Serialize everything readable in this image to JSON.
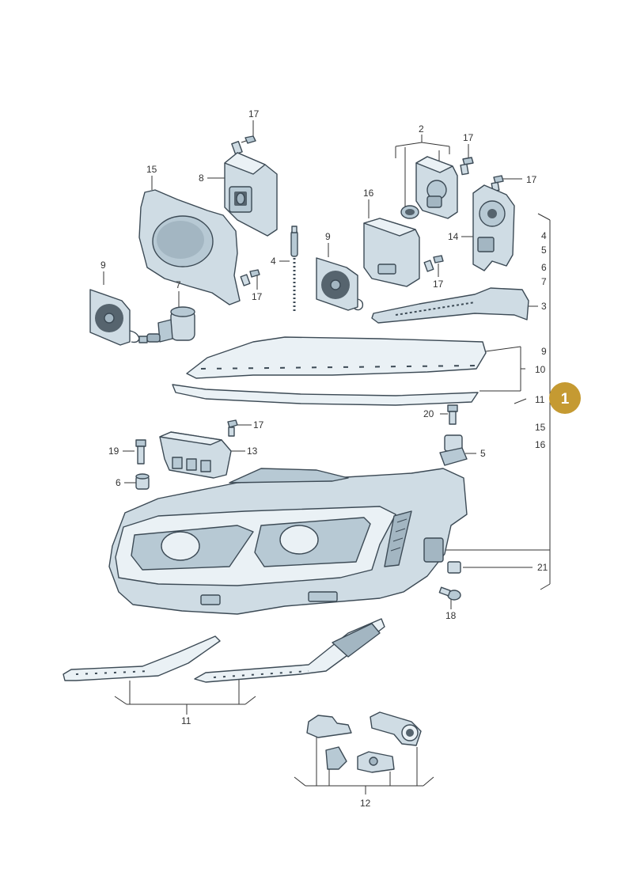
{
  "colors": {
    "part_fill": "#cfdce4",
    "outline": "#3c4a55",
    "callout_badge": "#c59a32"
  },
  "labels": {
    "l17a": "17",
    "l2": "2",
    "l17b": "17",
    "l17c": "17",
    "l15": "15",
    "l8": "8",
    "l16": "16",
    "l4": "4",
    "l9a": "9",
    "l17d": "17",
    "l17e": "17",
    "l14": "14",
    "l9b": "9",
    "l7": "7",
    "l3": "3",
    "r4": "4",
    "r5": "5",
    "r6": "6",
    "r7": "7",
    "r9": "9",
    "r10": "10",
    "r11": "11",
    "r15": "15",
    "r16": "16",
    "l20": "20",
    "l17f": "17",
    "l13": "13",
    "l19": "19",
    "l5": "5",
    "l6": "6",
    "l21": "21",
    "l18": "18",
    "l11": "11",
    "l12": "12"
  },
  "callout": {
    "number": "1"
  }
}
